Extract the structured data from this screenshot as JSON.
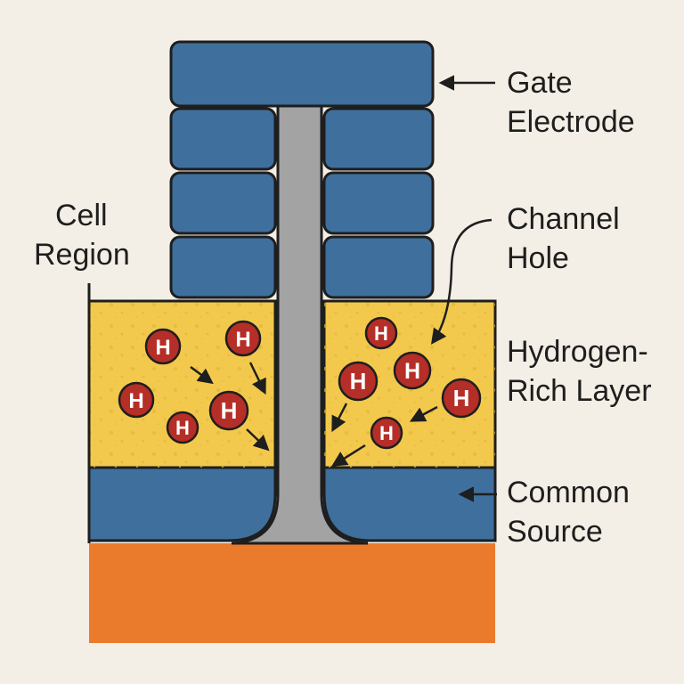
{
  "labels": {
    "gate_electrode": [
      "Gate",
      "Electrode"
    ],
    "channel_hole": [
      "Channel",
      "Hole"
    ],
    "cell_region": [
      "Cell",
      "Region"
    ],
    "hydrogen_rich_layer": [
      "Hydrogen-",
      "Rich Layer"
    ],
    "common_source": [
      "Common",
      "Source"
    ]
  },
  "atom_symbol": "H",
  "colors": {
    "background": "#f4efe6",
    "gate": "#3f6f9c",
    "channel": "#a3a3a3",
    "hydrogen_layer": "#f2c94c",
    "common_source": "#3f6f9c",
    "substrate": "#ea7a2c",
    "atom": "#b52e27",
    "outline": "#1e1e1e"
  }
}
